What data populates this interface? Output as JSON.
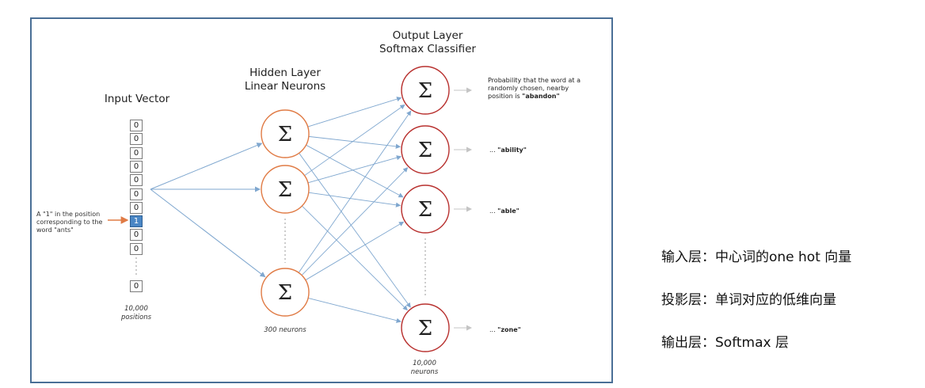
{
  "diagram": {
    "input_title": "Input Vector",
    "hidden_title_line1": "Hidden Layer",
    "hidden_title_line2": "Linear Neurons",
    "output_title_line1": "Output Layer",
    "output_title_line2": "Softmax Classifier",
    "neuron_symbol": "Σ",
    "input_cells": [
      "0",
      "0",
      "0",
      "0",
      "0",
      "0",
      "0",
      "1",
      "0",
      "0"
    ],
    "input_last_cell": "0",
    "hot_index": 7,
    "input_note_line1": "A \"1\" in the position",
    "input_note_line2": "corresponding to the",
    "input_note_line3": "word \"ants\"",
    "input_count_line1": "10,000",
    "input_count_line2": "positions",
    "hidden_count": "300 neurons",
    "output_count_line1": "10,000",
    "output_count_line2": "neurons",
    "output_labels": {
      "first_line1": "Probability that the word at a",
      "first_line2": "randomly chosen, nearby",
      "first_line3_prefix": "position is ",
      "first_line3_word": "\"abandon\"",
      "second_prefix": "... ",
      "second_word": "\"ability\"",
      "third_prefix": "... ",
      "third_word": "\"able\"",
      "fourth_prefix": "... ",
      "fourth_word": "\"zone\""
    },
    "colors": {
      "frame": "#4a6f96",
      "hidden_neuron": "#e07b45",
      "output_neuron": "#b8312f",
      "connection": "#7fa7cf",
      "hot_cell": "#4a86c5",
      "note_arrow": "#e07b45"
    }
  },
  "legend": {
    "input_layer": "输入层：中心词的one hot 向量",
    "projection_layer": "投影层：单词对应的低维向量",
    "output_layer": "输出层：Softmax 层"
  }
}
